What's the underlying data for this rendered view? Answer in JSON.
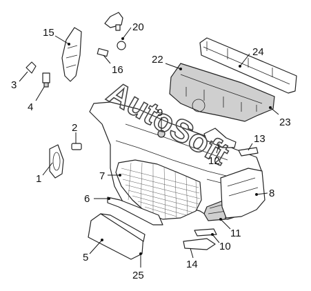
{
  "diagram": {
    "watermark": "AutoSoft",
    "callouts": {
      "p1": "1",
      "p2": "2",
      "p3": "3",
      "p4": "4",
      "p5": "5",
      "p6": "6",
      "p7": "7",
      "p8": "8",
      "p9": "9",
      "p10": "10",
      "p11": "11",
      "p12": "12",
      "p13": "13",
      "p14": "14",
      "p15": "15",
      "p16": "16",
      "p20": "20",
      "p22": "22",
      "p23": "23",
      "p24": "24",
      "p25": "25"
    }
  }
}
